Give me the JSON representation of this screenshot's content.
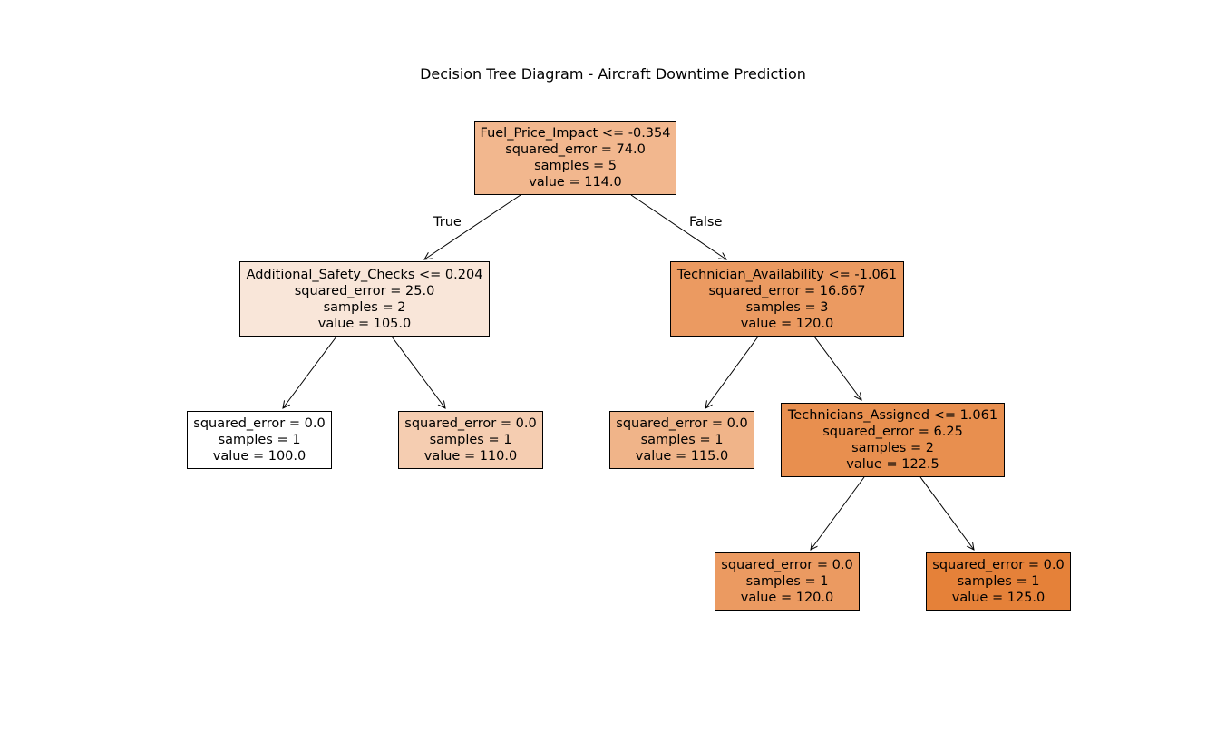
{
  "title": "Decision Tree Diagram - Aircraft Downtime Prediction",
  "edge_labels": {
    "true": "True",
    "false": "False"
  },
  "nodes": {
    "root": {
      "lines": [
        "Fuel_Price_Impact <= -0.354",
        "squared_error = 74.0",
        "samples = 5",
        "value = 114.0"
      ],
      "color": "#f2b78e"
    },
    "left": {
      "lines": [
        "Additional_Safety_Checks <= 0.204",
        "squared_error = 25.0",
        "samples = 2",
        "value = 105.0"
      ],
      "color": "#f9e6d9"
    },
    "right": {
      "lines": [
        "Technician_Availability <= -1.061",
        "squared_error = 16.667",
        "samples = 3",
        "value = 120.0"
      ],
      "color": "#eb9a61"
    },
    "ll": {
      "lines": [
        "squared_error = 0.0",
        "samples = 1",
        "value = 100.0"
      ],
      "color": "#ffffff"
    },
    "lr": {
      "lines": [
        "squared_error = 0.0",
        "samples = 1",
        "value = 110.0"
      ],
      "color": "#f5cdb1"
    },
    "rl": {
      "lines": [
        "squared_error = 0.0",
        "samples = 1",
        "value = 115.0"
      ],
      "color": "#f0b489"
    },
    "rr": {
      "lines": [
        "Technicians_Assigned <= 1.061",
        "squared_error = 6.25",
        "samples = 2",
        "value = 122.5"
      ],
      "color": "#e88f4f"
    },
    "rrl": {
      "lines": [
        "squared_error = 0.0",
        "samples = 1",
        "value = 120.0"
      ],
      "color": "#eb9a61"
    },
    "rrr": {
      "lines": [
        "squared_error = 0.0",
        "samples = 1",
        "value = 125.0"
      ],
      "color": "#e58139"
    }
  }
}
